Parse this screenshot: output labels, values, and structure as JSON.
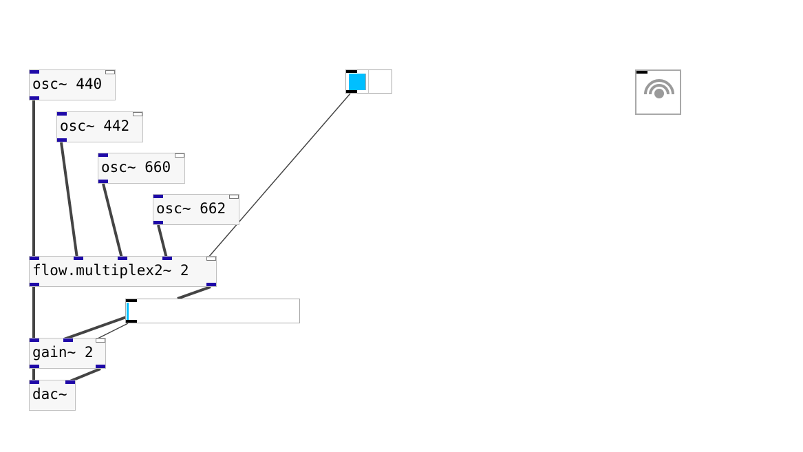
{
  "objects": {
    "osc440": "osc~ 440",
    "osc442": "osc~ 442",
    "osc660": "osc~ 660",
    "osc662": "osc~ 662",
    "multiplex": "flow.multiplex2~ 2",
    "gain": "gain~ 2",
    "dac": "dac~"
  },
  "toggle": {
    "state": "on",
    "color": "#00bfff"
  },
  "slider": {
    "value": 0,
    "color": "#00bfff"
  },
  "colors": {
    "signal_inlet": "#1f0aa8",
    "object_border": "#c0c0c0",
    "object_bg": "#f7f7f7",
    "cable": "#444444"
  },
  "icons": {
    "ezdac": "speaker-waves-icon"
  }
}
